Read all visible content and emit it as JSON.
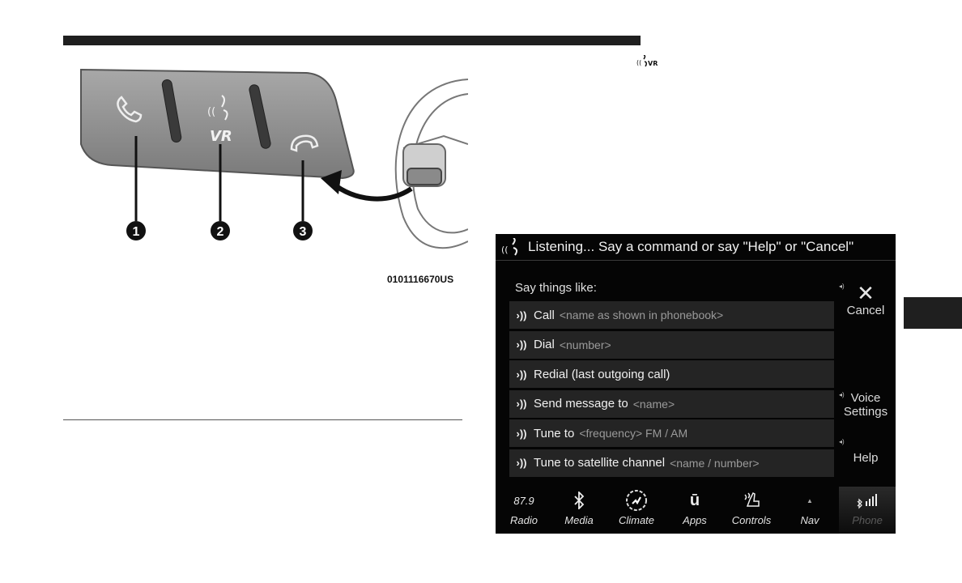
{
  "figure": {
    "callouts": [
      "1",
      "2",
      "3"
    ],
    "vr_button_label": "VR",
    "part_number": "0101116670US"
  },
  "inline_icon": {
    "label": "VR"
  },
  "screen": {
    "header_text": "Listening... Say a command or say \"Help\" or \"Cancel\"",
    "say_things_label": "Say things like:",
    "commands": [
      {
        "main": "Call",
        "hint": "<name as shown in phonebook>"
      },
      {
        "main": "Dial",
        "hint": "<number>"
      },
      {
        "main": "Redial (last outgoing call)",
        "hint": ""
      },
      {
        "main": "Send message to",
        "hint": "<name>"
      },
      {
        "main": "Tune to",
        "hint": "<frequency> FM / AM"
      },
      {
        "main": "Tune to satellite channel",
        "hint": "<name / number>"
      }
    ],
    "side_buttons": {
      "cancel": "Cancel",
      "voice_settings_1": "Voice",
      "voice_settings_2": "Settings",
      "help": "Help"
    },
    "nav": [
      {
        "icon": "radio-frequency",
        "icon_text": "87.9",
        "label": "Radio"
      },
      {
        "icon": "bluetooth-icon",
        "label": "Media"
      },
      {
        "icon": "climate-icon",
        "label": "Climate"
      },
      {
        "icon": "uconnect-apps-icon",
        "icon_text": "ū",
        "label": "Apps"
      },
      {
        "icon": "controls-icon",
        "label": "Controls"
      },
      {
        "icon": "nav-icon",
        "label": "Nav"
      },
      {
        "icon": "phone-signal-icon",
        "label": "Phone"
      }
    ]
  },
  "colors": {
    "screen_bg": "#050505",
    "row_bg": "#242424",
    "rule": "#1f1f1f",
    "hint": "#9a9a9a"
  }
}
